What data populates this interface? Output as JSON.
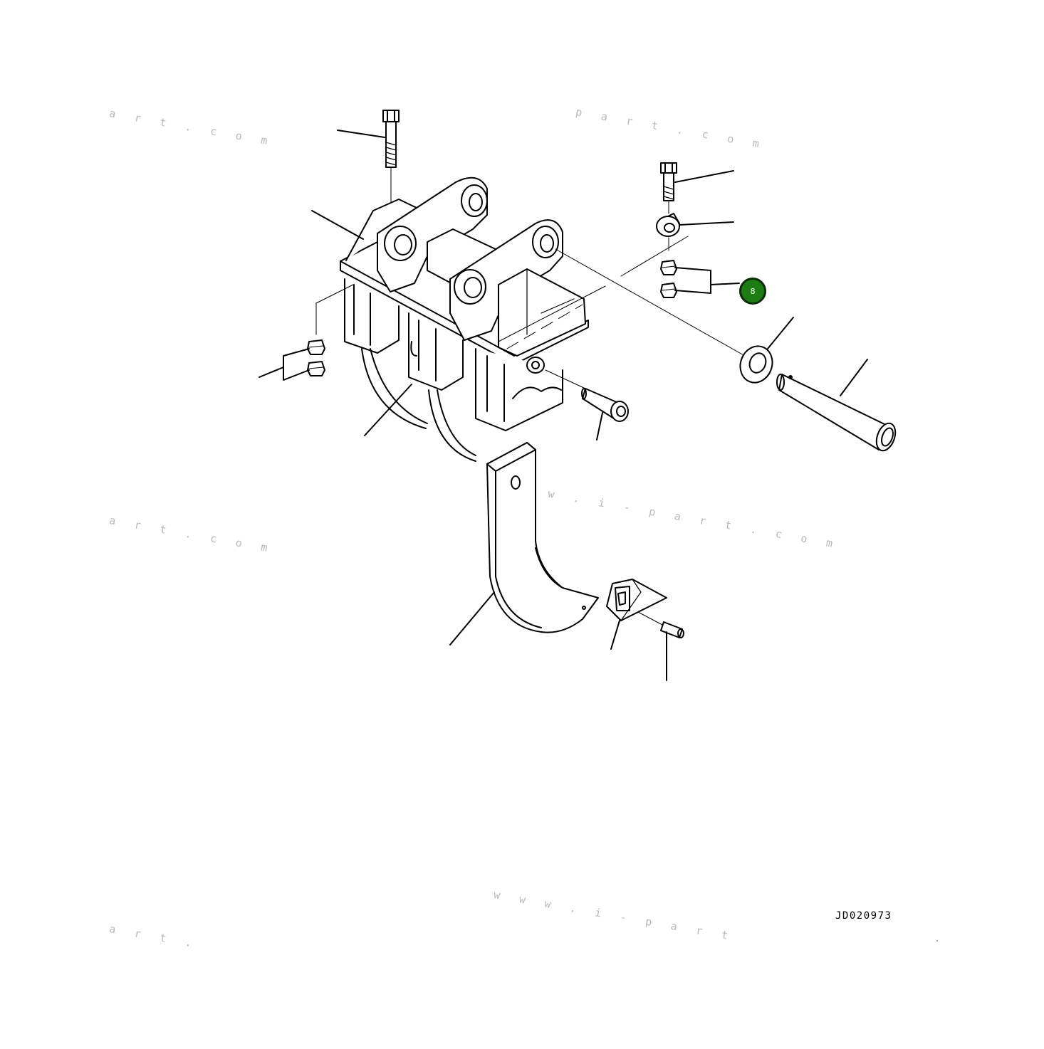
{
  "diagram": {
    "drawing_code": "JD020973",
    "callouts": [
      {
        "number": "8"
      }
    ],
    "watermarks": [
      "a r t . c o m",
      "p a r t . c o m",
      "a r t . c o m",
      "w w w . i - p a r t . c o m",
      "w w w . i - p a r t",
      "a r t ."
    ]
  }
}
